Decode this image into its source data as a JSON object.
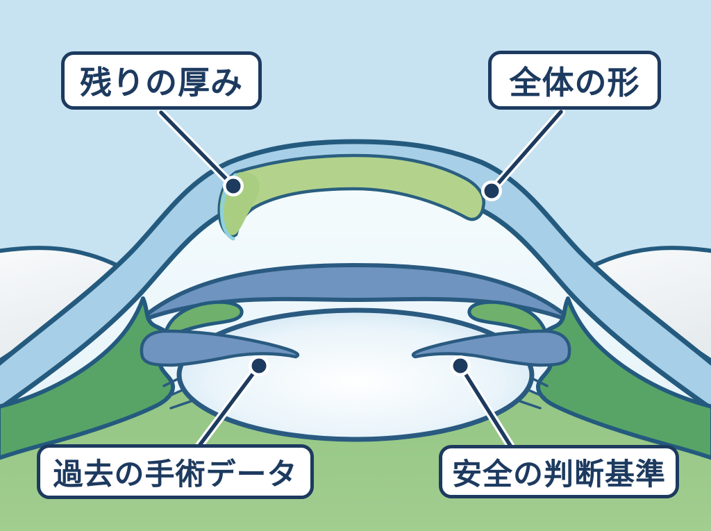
{
  "diagram": {
    "kind": "eye-cross-section-illustration",
    "labels": [
      {
        "id": "remaining-thickness",
        "text": "残りの厚み"
      },
      {
        "id": "overall-shape",
        "text": "全体の形"
      },
      {
        "id": "past-surgery-data",
        "text": "過去の手術データ"
      },
      {
        "id": "safety-criteria",
        "text": "安全の判断基準"
      }
    ],
    "colors": {
      "background_sky": "#c7e2f1",
      "background_grass": "#9cca8b",
      "cornea_blue": "#a7cfe7",
      "stroma_green": "#b3d38d",
      "highlight_blob_green": "#a9ce81",
      "highlight_cyan": "#8ed1dd",
      "iris_slate": "#6e94bf",
      "ciliary_green": "#58a467",
      "ciliary_finger_green": "#6fb06d",
      "sclera_white": "#f1f4f5",
      "lens_edge_blue": "#bdd9ec",
      "outline_navy": "#245a7e",
      "label_navy": "#1d3a5f",
      "label_fill": "#ffffff"
    }
  }
}
